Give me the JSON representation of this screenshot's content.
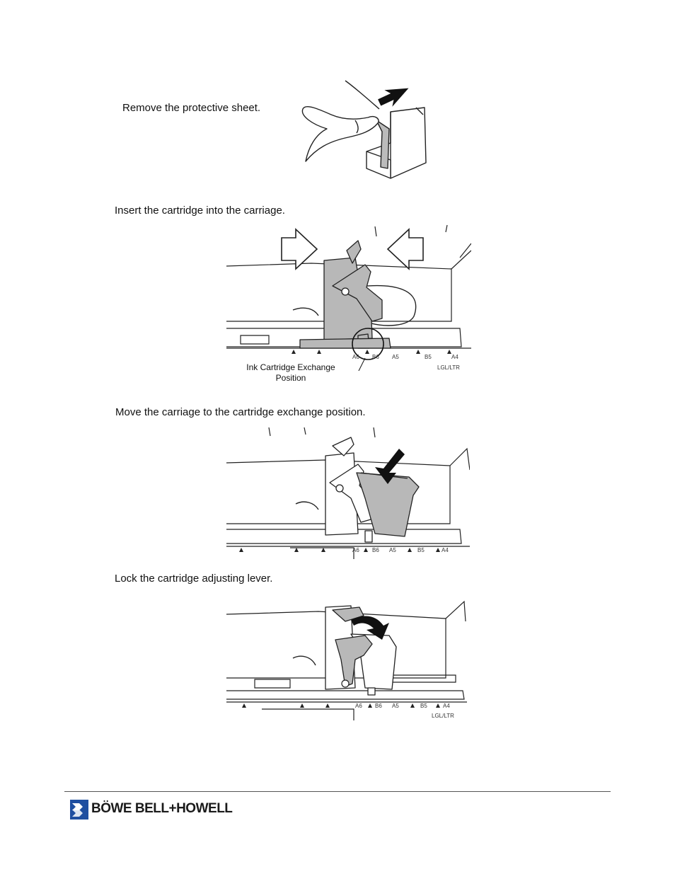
{
  "steps": [
    {
      "text": "Remove the protective sheet."
    },
    {
      "text": "Insert the cartridge into the carriage."
    },
    {
      "text": "Move the carriage to the cartridge exchange position."
    },
    {
      "text": "Lock the cartridge adjusting lever."
    }
  ],
  "figure2": {
    "caption_line1": "Ink Cartridge Exchange",
    "caption_line2": "Position",
    "scale_labels": [
      "A6",
      "B6",
      "A5",
      "B5",
      "A4",
      "LGL/LTR"
    ]
  },
  "figure3": {
    "scale_labels": [
      "A6",
      "B6",
      "A5",
      "B5",
      "A4"
    ]
  },
  "figure4": {
    "scale_labels": [
      "A6",
      "B6",
      "A5",
      "B5",
      "A4",
      "LGL/LTR"
    ]
  },
  "footer": {
    "logo_text": "BÖWE BELL+HOWELL",
    "logo_color": "#1f4fa0"
  }
}
